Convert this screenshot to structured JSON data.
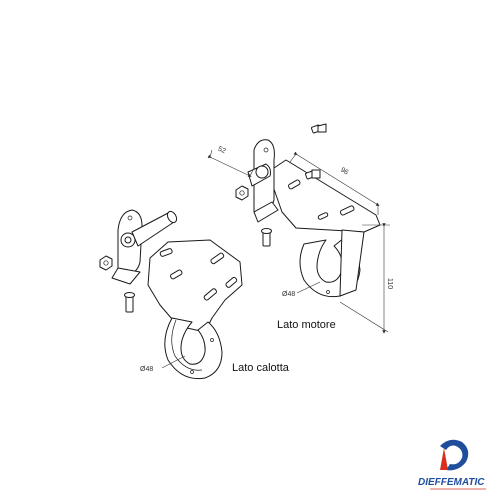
{
  "dimensions": {
    "d52": "52",
    "d96": "96",
    "d110": "110",
    "dia_left": "Ø48",
    "dia_right": "Ø48"
  },
  "captions": {
    "left": "Lato calotta",
    "right": "Lato motore"
  },
  "logo": {
    "name": "DIEFFEMATIC",
    "brand_blue": "#1f4e9c",
    "brand_red": "#d9301c"
  }
}
